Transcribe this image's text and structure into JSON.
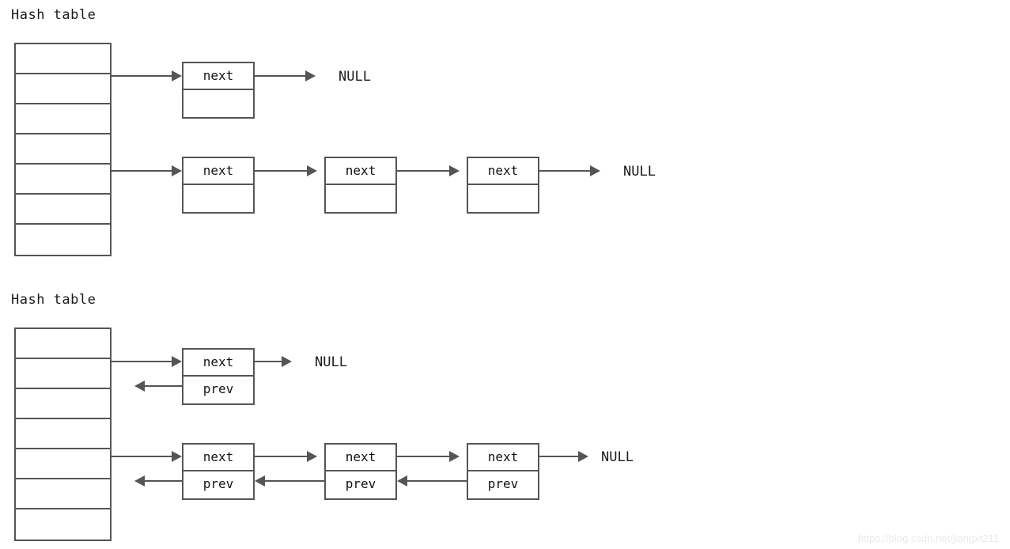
{
  "figure": {
    "watermark": "https://blog.csdn.net/jiangxt211",
    "colors": {
      "stroke": "#555555",
      "text": "#1a1a1a",
      "background": "#ffffff",
      "watermark": "#eaeaea"
    }
  },
  "sections": [
    {
      "id": "singly-linked",
      "title": "Hash table",
      "table": {
        "rows": 7,
        "cells": [
          "",
          "",
          "",
          "",
          "",
          "",
          ""
        ],
        "linked_row_indices": [
          1,
          4
        ]
      },
      "chains": [
        {
          "id": "chain-1",
          "nodes": [
            {
              "fields": [
                {
                  "name": "next",
                  "label": "next"
                },
                {
                  "name": "empty",
                  "label": ""
                }
              ]
            }
          ],
          "terminator": "NULL"
        },
        {
          "id": "chain-2",
          "nodes": [
            {
              "fields": [
                {
                  "name": "next",
                  "label": "next"
                },
                {
                  "name": "empty",
                  "label": ""
                }
              ]
            },
            {
              "fields": [
                {
                  "name": "next",
                  "label": "next"
                },
                {
                  "name": "empty",
                  "label": ""
                }
              ]
            },
            {
              "fields": [
                {
                  "name": "next",
                  "label": "next"
                },
                {
                  "name": "empty",
                  "label": ""
                }
              ]
            }
          ],
          "terminator": "NULL"
        }
      ]
    },
    {
      "id": "doubly-linked",
      "title": "Hash table",
      "table": {
        "rows": 7,
        "cells": [
          "",
          "",
          "",
          "",
          "",
          "",
          ""
        ],
        "linked_row_indices": [
          1,
          4
        ]
      },
      "chains": [
        {
          "id": "chain-3",
          "nodes": [
            {
              "fields": [
                {
                  "name": "next",
                  "label": "next"
                },
                {
                  "name": "prev",
                  "label": "prev"
                }
              ]
            }
          ],
          "terminator": "NULL"
        },
        {
          "id": "chain-4",
          "nodes": [
            {
              "fields": [
                {
                  "name": "next",
                  "label": "next"
                },
                {
                  "name": "prev",
                  "label": "prev"
                }
              ]
            },
            {
              "fields": [
                {
                  "name": "next",
                  "label": "next"
                },
                {
                  "name": "prev",
                  "label": "prev"
                }
              ]
            },
            {
              "fields": [
                {
                  "name": "next",
                  "label": "next"
                },
                {
                  "name": "prev",
                  "label": "prev"
                }
              ]
            }
          ],
          "terminator": "NULL"
        }
      ]
    }
  ]
}
